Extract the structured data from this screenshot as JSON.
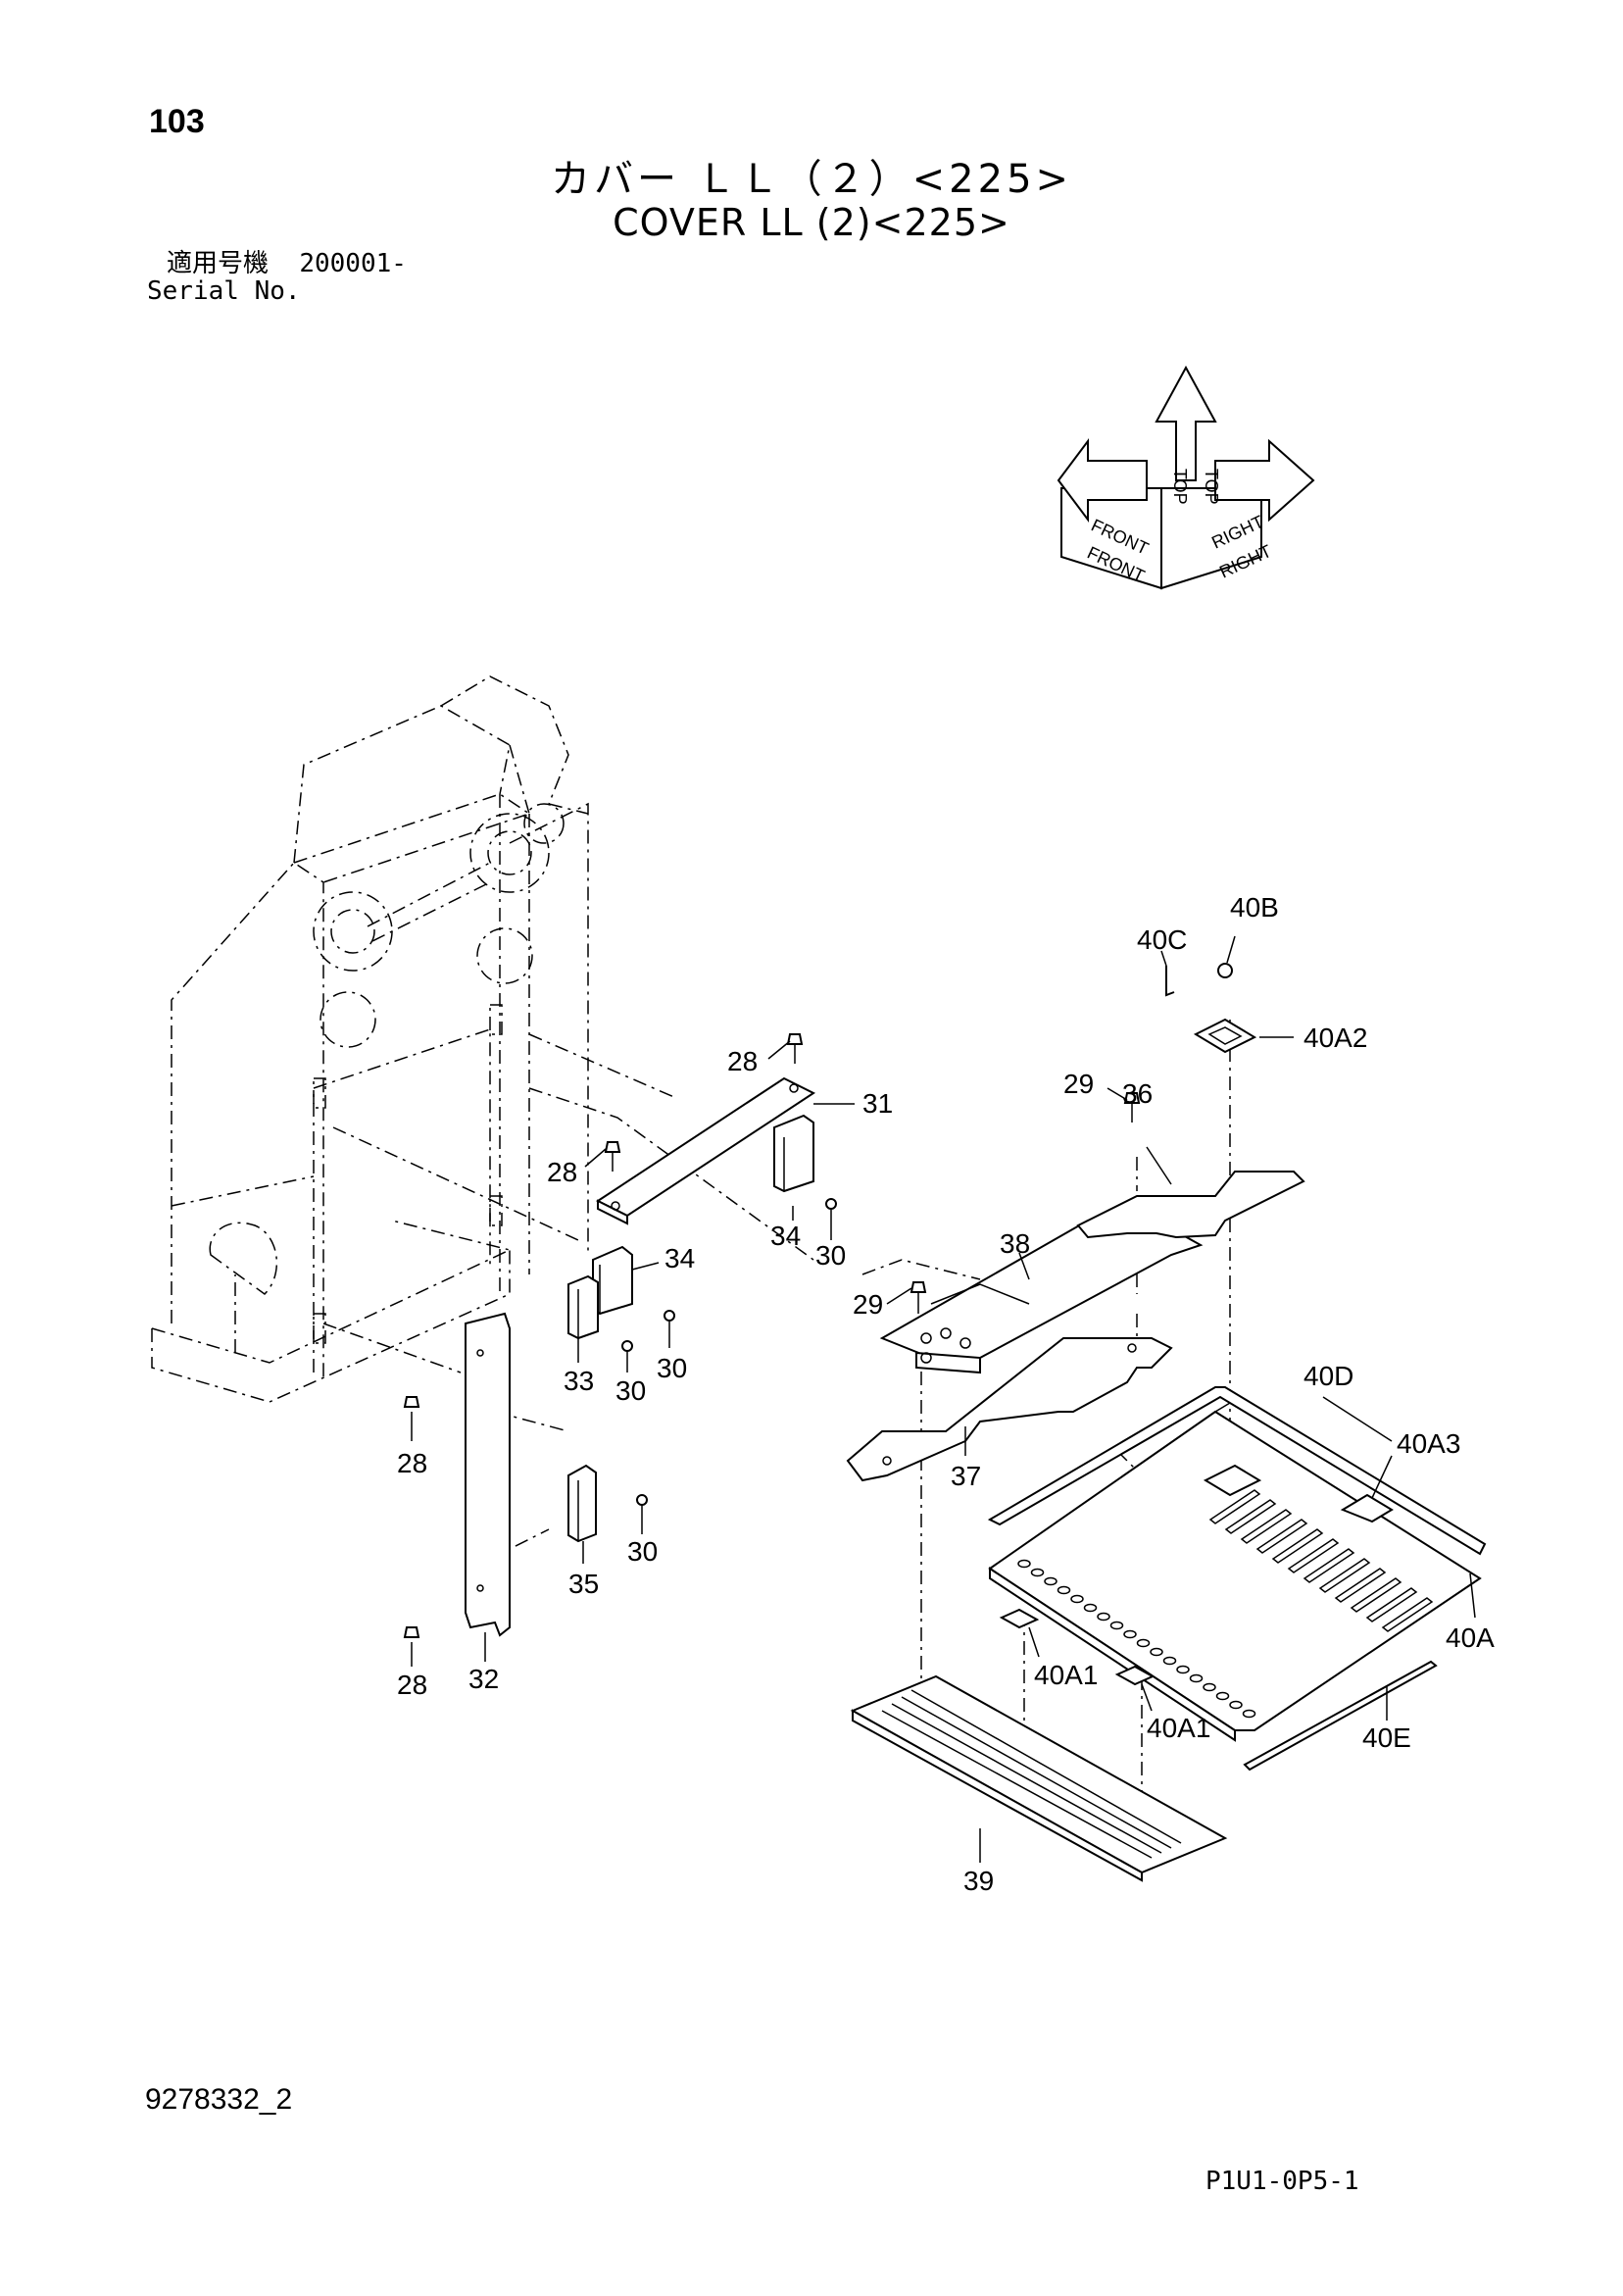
{
  "page_number": "103",
  "title_jp": "カバー ＬＬ（２）<225>",
  "title_en": "COVER LL (2)<225>",
  "serial": {
    "label_jp": "適用号機",
    "value": "200001-",
    "label_en": "Serial No."
  },
  "orientation": {
    "front": "FRONT",
    "top": "TOP",
    "right": "RIGHT"
  },
  "callouts": {
    "c28a": "28",
    "c28b": "28",
    "c28c": "28",
    "c28d": "28",
    "c29a": "29",
    "c29b": "29",
    "c30a": "30",
    "c30b": "30",
    "c30c": "30",
    "c30d": "30",
    "c31": "31",
    "c32": "32",
    "c33": "33",
    "c34a": "34",
    "c34b": "34",
    "c35": "35",
    "c36": "36",
    "c37": "37",
    "c38": "38",
    "c39": "39",
    "c40a": "40A",
    "c40a1a": "40A1",
    "c40a1b": "40A1",
    "c40a2": "40A2",
    "c40a3": "40A3",
    "c40b": "40B",
    "c40c": "40C",
    "c40d": "40D",
    "c40e": "40E"
  },
  "document_number": "9278332_2",
  "reference_code": "P1U1-0P5-1"
}
